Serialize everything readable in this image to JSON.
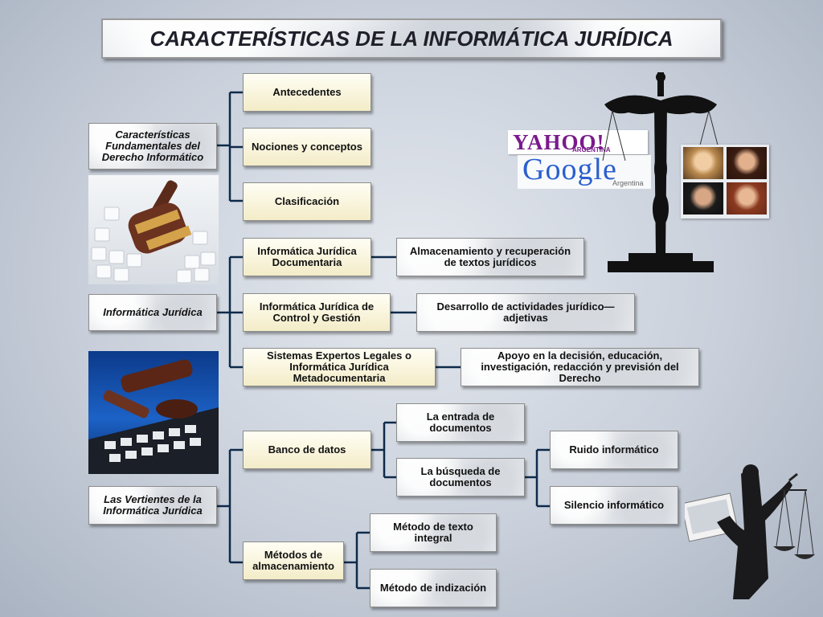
{
  "title": "CARACTERÍSTICAS DE LA INFORMÁTICA JURÍDICA",
  "left": {
    "fundamentales": "Características Fundamentales del Derecho Informático",
    "informatica": "Informática Jurídica",
    "vertientes": "Las Vertientes de la Informática Jurídica"
  },
  "fundamentales_items": [
    "Antecedentes",
    "Nociones y conceptos",
    "Clasificación"
  ],
  "informatica_items": [
    {
      "label": "Informática Jurídica Documentaria",
      "detail": "Almacenamiento y recuperación de textos jurídicos"
    },
    {
      "label": "Informática Jurídica de Control y Gestión",
      "detail": "Desarrollo de actividades jurídico—adjetivas"
    },
    {
      "label": "Sistemas Expertos Legales o Informática Jurídica Metadocumentaria",
      "detail": "Apoyo en la decisión, educación, investigación, redacción y previsión del Derecho"
    }
  ],
  "vertientes": {
    "banco": "Banco de datos",
    "entrada": "La entrada de documentos",
    "busqueda": "La búsqueda de documentos",
    "ruido": "Ruido informático",
    "silencio": "Silencio informático",
    "metodos": "Métodos de almacenamiento",
    "texto_integral": "Método de texto integral",
    "indizacion": "Método de indización"
  },
  "logos": {
    "yahoo": "YAHOO!",
    "yahoo_sub": "ARGENTINA",
    "google": "Google",
    "google_sub": "Argentina"
  }
}
